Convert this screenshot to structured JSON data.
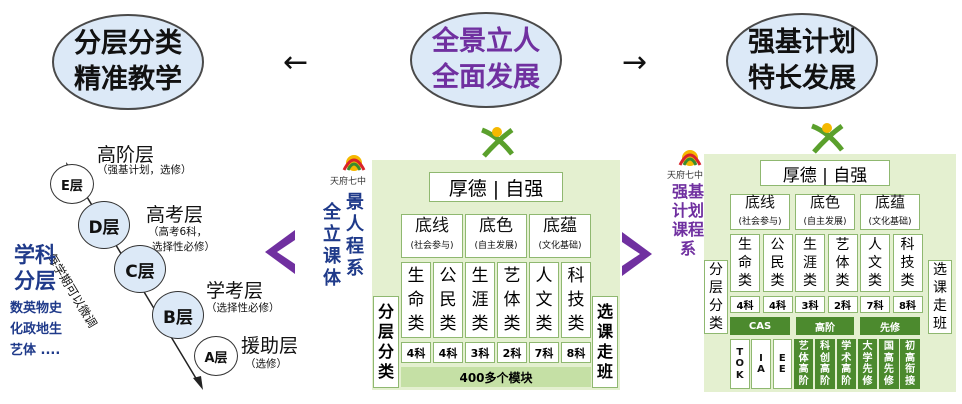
{
  "ovals": {
    "left": [
      "分层分类",
      "精准教学"
    ],
    "center": [
      "全景立人",
      "全面发展"
    ],
    "right": [
      "强基计划",
      "特长发展"
    ]
  },
  "arrows": {
    "left": "←",
    "right": "→"
  },
  "layers": [
    {
      "circle": "E层",
      "title": "高阶层",
      "sub": [
        "（强基计划，选修）"
      ]
    },
    {
      "circle": "D层",
      "title": "高考层",
      "sub": [
        "（高考6科，",
        "选择性必修）"
      ]
    },
    {
      "circle": "C层",
      "title": "",
      "sub": []
    },
    {
      "circle": "B层",
      "title": "学考层",
      "sub": [
        "（选择性必修）"
      ]
    },
    {
      "circle": "A层",
      "title": "援助层",
      "sub": [
        "（选修）"
      ]
    }
  ],
  "diagonal_label": "每学期可以微调",
  "subject_layer": {
    "title": [
      "学科",
      "分层"
    ],
    "subjects": [
      "数英物史",
      "化政地生",
      "艺体 ...."
    ]
  },
  "logo_text": "天府七中",
  "curriculum_label_center": [
    "全景",
    "立人",
    "课程",
    "体系"
  ],
  "curriculum_label_right": [
    "强基",
    "计划",
    "课程",
    "系"
  ],
  "center_diagram": {
    "top": "厚德 | 自强",
    "pillars": [
      {
        "name": "底线",
        "sub": "(社会参与)"
      },
      {
        "name": "底色",
        "sub": "(自主发展)"
      },
      {
        "name": "底蕴",
        "sub": "(文化基础)"
      }
    ],
    "categories": [
      "生命类",
      "公民类",
      "生涯类",
      "艺体类",
      "人文类",
      "科技类"
    ],
    "counts": [
      "4科",
      "4科",
      "3科",
      "2科",
      "7科",
      "8科"
    ],
    "modules": "400多个模块",
    "left_label": "分层分类",
    "right_label": "选课走班"
  },
  "right_diagram": {
    "top": "厚德 | 自强",
    "pillars": [
      {
        "name": "底线",
        "sub": "(社会参与)"
      },
      {
        "name": "底色",
        "sub": "(自主发展)"
      },
      {
        "name": "底蕴",
        "sub": "(文化基础)"
      }
    ],
    "categories": [
      "生命类",
      "公民类",
      "生涯类",
      "艺体类",
      "人文类",
      "科技类"
    ],
    "counts": [
      "4科",
      "4科",
      "3科",
      "2科",
      "7科",
      "8科"
    ],
    "row_labels": [
      "CAS",
      "高阶",
      "先修"
    ],
    "bottom": [
      "TOK",
      "IA",
      "EE",
      "艺体高阶",
      "科创高阶",
      "学术高阶",
      "大学先修",
      "国高先修",
      "初高衔接"
    ],
    "left_label": "分层分类",
    "right_label": "选课走班"
  },
  "colors": {
    "purple": "#7030a0",
    "oval_fill": "#dce9f7",
    "green": "#4c8a2e",
    "light_green": "#e4f0d0"
  }
}
